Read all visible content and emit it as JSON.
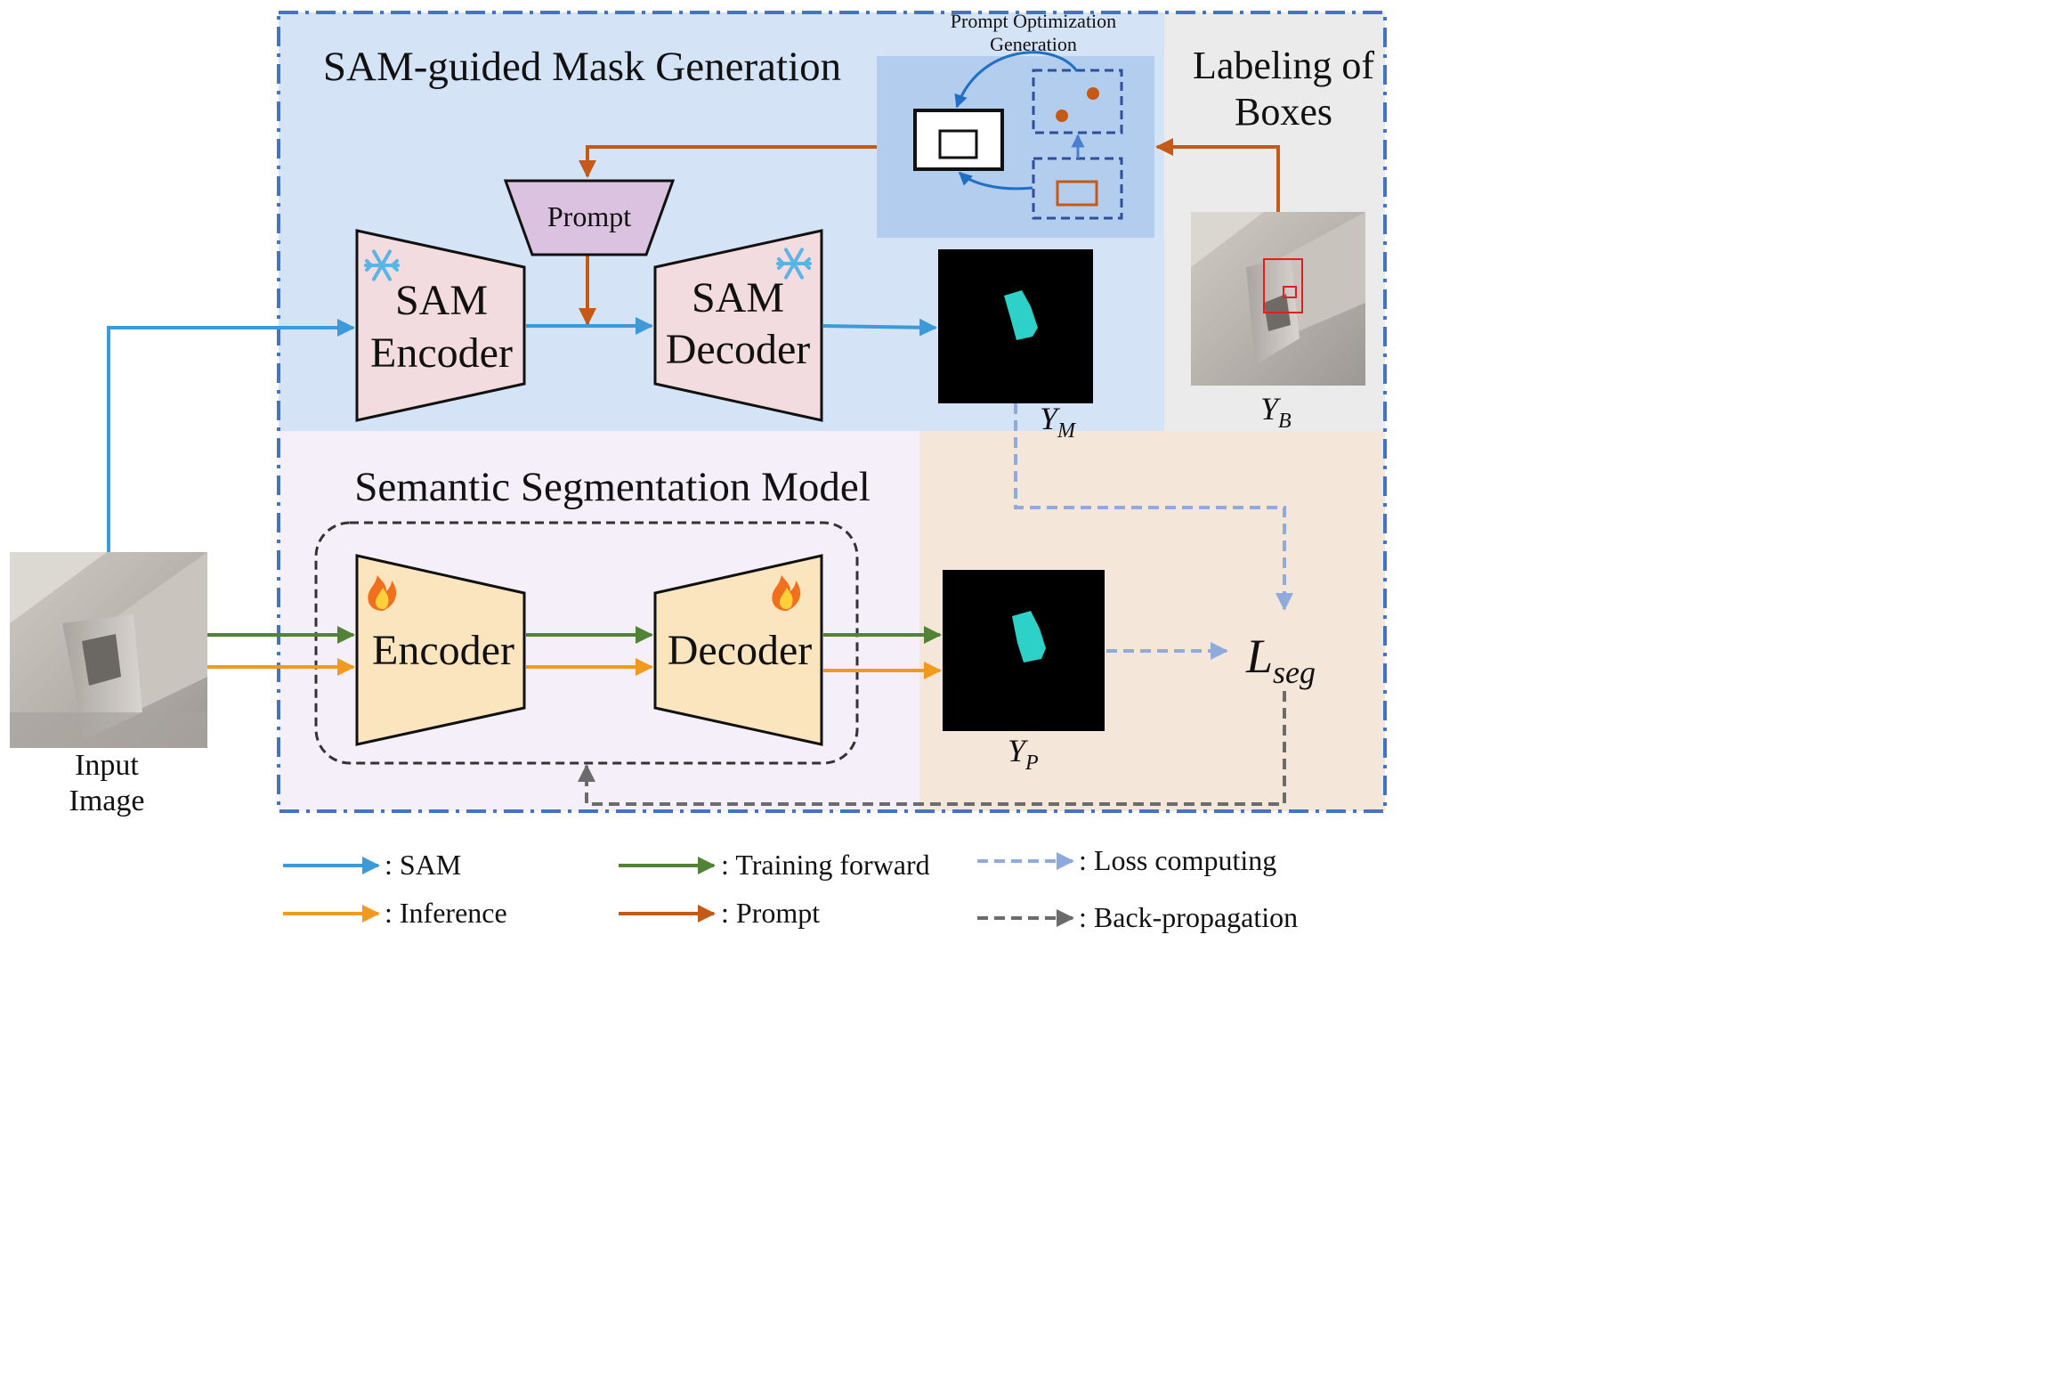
{
  "sam_section": {
    "title": "SAM-guided Mask Generation"
  },
  "prompt_opt": {
    "line1": "Prompt Optimization",
    "line2": "Generation"
  },
  "labeling": {
    "line1": "Labeling of",
    "line2": "Boxes"
  },
  "prompt_block": {
    "label": "Prompt"
  },
  "sam_encoder": {
    "line1": "SAM",
    "line2": "Encoder"
  },
  "sam_decoder": {
    "line1": "SAM",
    "line2": "Decoder"
  },
  "seg_section": {
    "title": "Semantic Segmentation Model"
  },
  "seg_encoder": {
    "label": "Encoder"
  },
  "seg_decoder": {
    "label": "Decoder"
  },
  "input_image": {
    "line1": "Input",
    "line2": "Image"
  },
  "symbols": {
    "ym": {
      "base": "Y",
      "sub": "M"
    },
    "yb": {
      "base": "Y",
      "sub": "B"
    },
    "yp": {
      "base": "Y",
      "sub": "P"
    },
    "loss": {
      "base": "L",
      "sub": "seg"
    }
  },
  "icons": {
    "frozen": "snowflake-icon",
    "trainable": "fire-icon"
  },
  "legend": {
    "sam": ": SAM",
    "training_forward": ": Training forward",
    "loss_computing": ": Loss computing",
    "inference": ": Inference",
    "prompt": ": Prompt",
    "back_propagation": ": Back-propagation"
  },
  "colors": {
    "sam_arrow": "#3d9ad8",
    "training_arrow": "#528236",
    "inference_arrow": "#f29a1e",
    "prompt_arrow": "#c55a16",
    "loss_arrow": "#8faadc",
    "backprop_arrow": "#6b6b6b",
    "border": "#4472c4",
    "sam_bg": "#d5e3f7",
    "labeling_bg": "#ebebeb",
    "seg_bg": "#f4eff9",
    "loss_bg": "#f5e6da",
    "sam_block": "#f2dcdf",
    "seg_block": "#fbe5be",
    "prompt_block": "#dac2e0",
    "mask_region": "#2ed1c8"
  }
}
